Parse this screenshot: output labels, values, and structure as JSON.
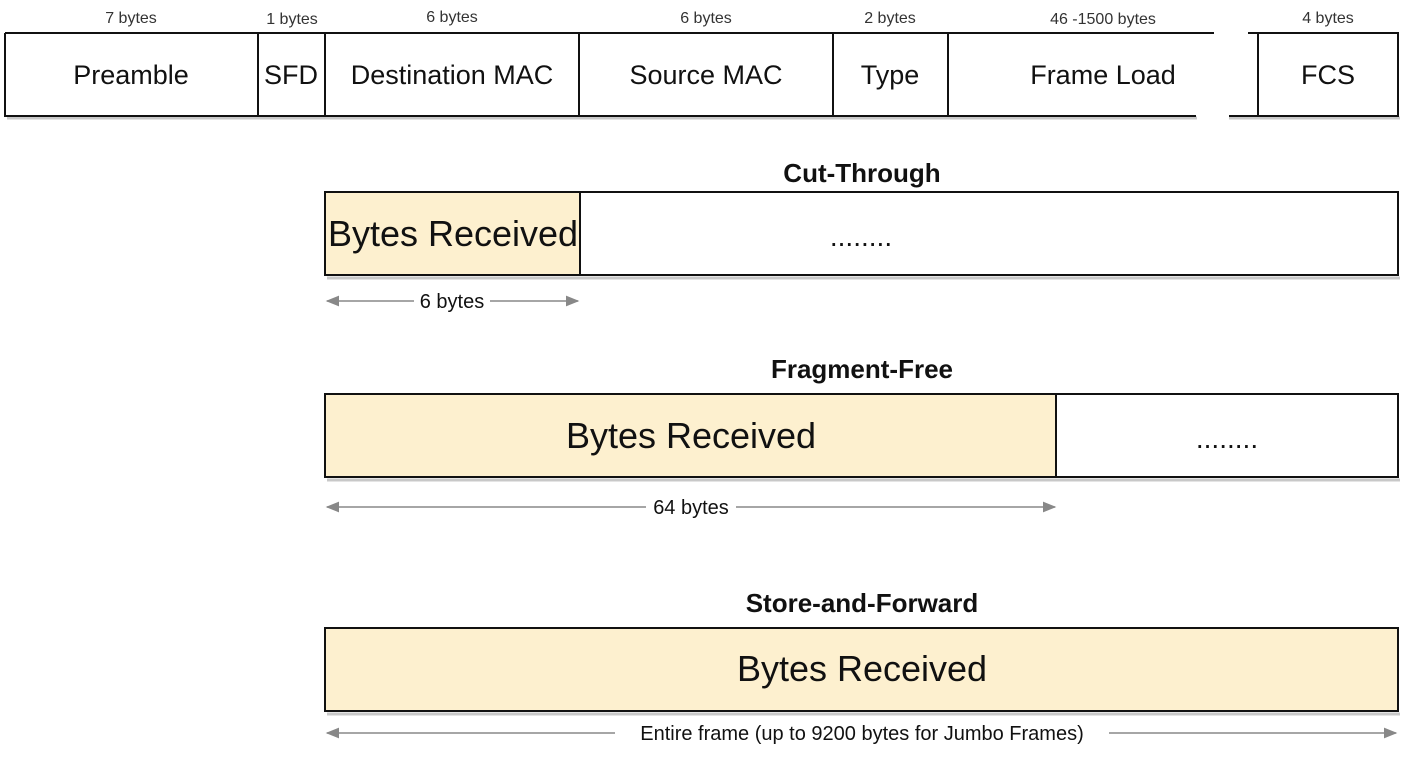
{
  "frame": {
    "fields": [
      {
        "name": "Preamble",
        "size": "7 bytes"
      },
      {
        "name": "SFD",
        "size": "1 bytes"
      },
      {
        "name": "Destination MAC",
        "size": "6 bytes"
      },
      {
        "name": "Source MAC",
        "size": "6 bytes"
      },
      {
        "name": "Type",
        "size": "2 bytes"
      },
      {
        "name": "Frame Load",
        "size": "46 -1500 bytes"
      },
      {
        "name": "FCS",
        "size": "4 bytes"
      }
    ]
  },
  "modes": [
    {
      "title": "Cut-Through",
      "received_label": "Bytes Received",
      "rest_label": "........",
      "measure_label": "6 bytes"
    },
    {
      "title": "Fragment-Free",
      "received_label": "Bytes Received",
      "rest_label": "........",
      "measure_label": "64 bytes"
    },
    {
      "title": "Store-and-Forward",
      "received_label": "Bytes Received",
      "rest_label": "",
      "measure_label": "Entire frame (up to 9200 bytes for Jumbo Frames)"
    }
  ],
  "colors": {
    "received_fill": "#fdf0cf",
    "outline": "#111111",
    "arrow": "#888888"
  }
}
